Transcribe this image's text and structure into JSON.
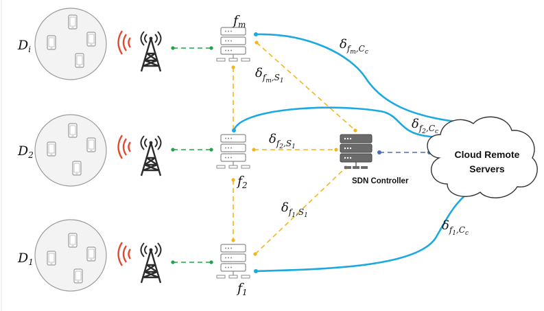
{
  "devices": {
    "top_label": "D",
    "top_sub": "i",
    "mid_label": "D",
    "mid_sub": "2",
    "bot_label": "D",
    "bot_sub": "1"
  },
  "fog": {
    "top_label": "f",
    "top_sub": "m",
    "mid_label": "f",
    "mid_sub": "2",
    "bot_label": "f",
    "bot_sub": "1"
  },
  "links": {
    "fm_cc": {
      "delta": "δ",
      "sub": "f",
      "subsub": "m",
      "sep": ",",
      "sub2": "C",
      "sub2sub": "c"
    },
    "fm_s1": {
      "delta": "δ",
      "sub": "f",
      "subsub": "m",
      "sep": ",",
      "sub2": "S",
      "sub2sub": "1"
    },
    "f2_s1": {
      "delta": "δ",
      "sub": "f",
      "subsub": "2",
      "sep": ",",
      "sub2": "S",
      "sub2sub": "1"
    },
    "f2_cc": {
      "delta": "δ",
      "sub": "f",
      "subsub": "2",
      "sep": ",",
      "sub2": "C",
      "sub2sub": "c"
    },
    "f1_s1": {
      "delta": "δ",
      "sub": "f",
      "subsub": "1",
      "sep": ",",
      "sub2": "S",
      "sub2sub": "1"
    },
    "f1_cc": {
      "delta": "δ",
      "sub": "f",
      "subsub": "1",
      "sep": ",",
      "sub2": "C",
      "sub2sub": "c"
    }
  },
  "sdn": {
    "label": "SDN Controller"
  },
  "cloud": {
    "line1": "Cloud Remote",
    "line2": "Servers"
  },
  "colors": {
    "cloud_link": "#1aa9e0",
    "control_link": "#f2b51d",
    "access_link": "#22a34a",
    "sdn_cloud_link": "#4a6fb5",
    "wireless": "#e2492f",
    "outline": "#8a8a8a"
  }
}
